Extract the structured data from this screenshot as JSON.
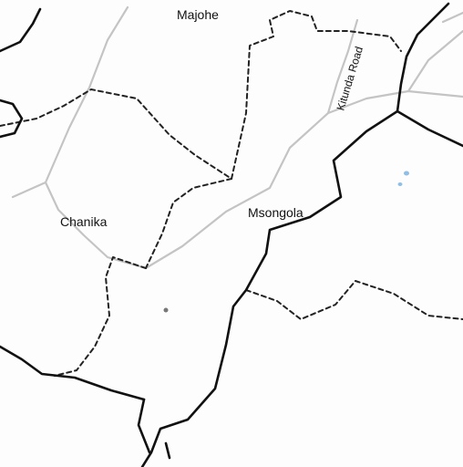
{
  "map": {
    "places": {
      "majohe": "Majohe",
      "chanika": "Chanika",
      "msongola": "Msongola"
    },
    "roads": {
      "kitunda_road": "Kitunda Road"
    },
    "colors": {
      "background": "#fdfdfd",
      "road": "#c4c4c4",
      "boundary_dashed": "#222222",
      "boundary_solid": "#111111",
      "water": "#8fbfe6",
      "label": "#111111"
    }
  }
}
